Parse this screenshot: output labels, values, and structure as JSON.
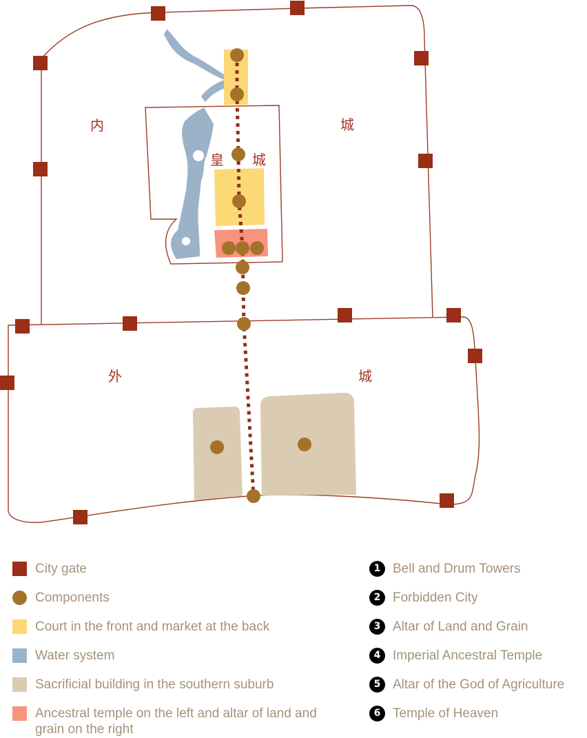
{
  "colors": {
    "wall": "#9c3b25",
    "gate": "#9a2e16",
    "component": "#a5722a",
    "court_market": "#fcd877",
    "water": "#9bb3c9",
    "sacrificial": "#dccbb3",
    "ancestral": "#f8937d",
    "axis": "#8e2f1a",
    "legend_text": "#a6927b"
  },
  "map": {
    "inner_city_chars": [
      "内",
      "城"
    ],
    "imperial_city_chars": [
      "皇",
      "城"
    ],
    "outer_city_chars": [
      "外",
      "城"
    ]
  },
  "legend": {
    "symbols": [
      {
        "icon": "city-gate-square",
        "label": "City gate"
      },
      {
        "icon": "component-dot",
        "label": "Components"
      },
      {
        "icon": "court-market-square",
        "label": "Court in the front and market at the back"
      },
      {
        "icon": "water-square",
        "label": "Water system"
      },
      {
        "icon": "sacrificial-square",
        "label": "Sacrificial building in the southern suburb"
      },
      {
        "icon": "ancestral-square",
        "label": "Ancestral temple on the left and altar of land and grain on the right"
      }
    ],
    "numbered": [
      {
        "number": "1",
        "label": "Bell and Drum Towers"
      },
      {
        "number": "2",
        "label": "Forbidden City"
      },
      {
        "number": "3",
        "label": "Altar of Land and Grain"
      },
      {
        "number": "4",
        "label": "Imperial Ancestral Temple"
      },
      {
        "number": "5",
        "label": "Altar of the God of Agriculture"
      },
      {
        "number": "6",
        "label": "Temple of Heaven"
      }
    ]
  }
}
